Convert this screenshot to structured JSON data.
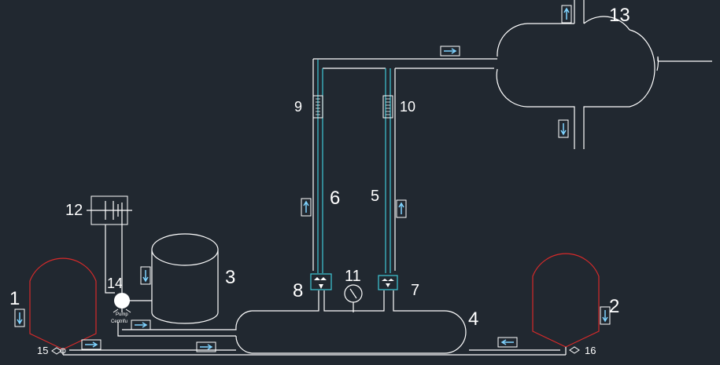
{
  "labels": {
    "l1": "1",
    "l2": "2",
    "l3": "3",
    "l4": "4",
    "l5": "5",
    "l6": "6",
    "l7": "7",
    "l8": "8",
    "l9": "9",
    "l10": "10",
    "l11": "11",
    "l12": "12",
    "l13": "13",
    "l14": "14",
    "l15": "15",
    "l16": "16"
  },
  "pump_text": [
    "Pump",
    "Centrifu"
  ],
  "colors": {
    "background": "#212830",
    "pipe": "#ffffff",
    "riser": "#3fc7d6",
    "tank_outline": "#d62a2a",
    "arrow": "#7fd3ff"
  },
  "icons": [
    "arrow-right-icon",
    "arrow-left-icon",
    "arrow-up-icon",
    "arrow-down-icon",
    "valve-icon",
    "pressure-gauge-icon",
    "pump-icon",
    "flowmeter-icon",
    "filter-icon"
  ]
}
